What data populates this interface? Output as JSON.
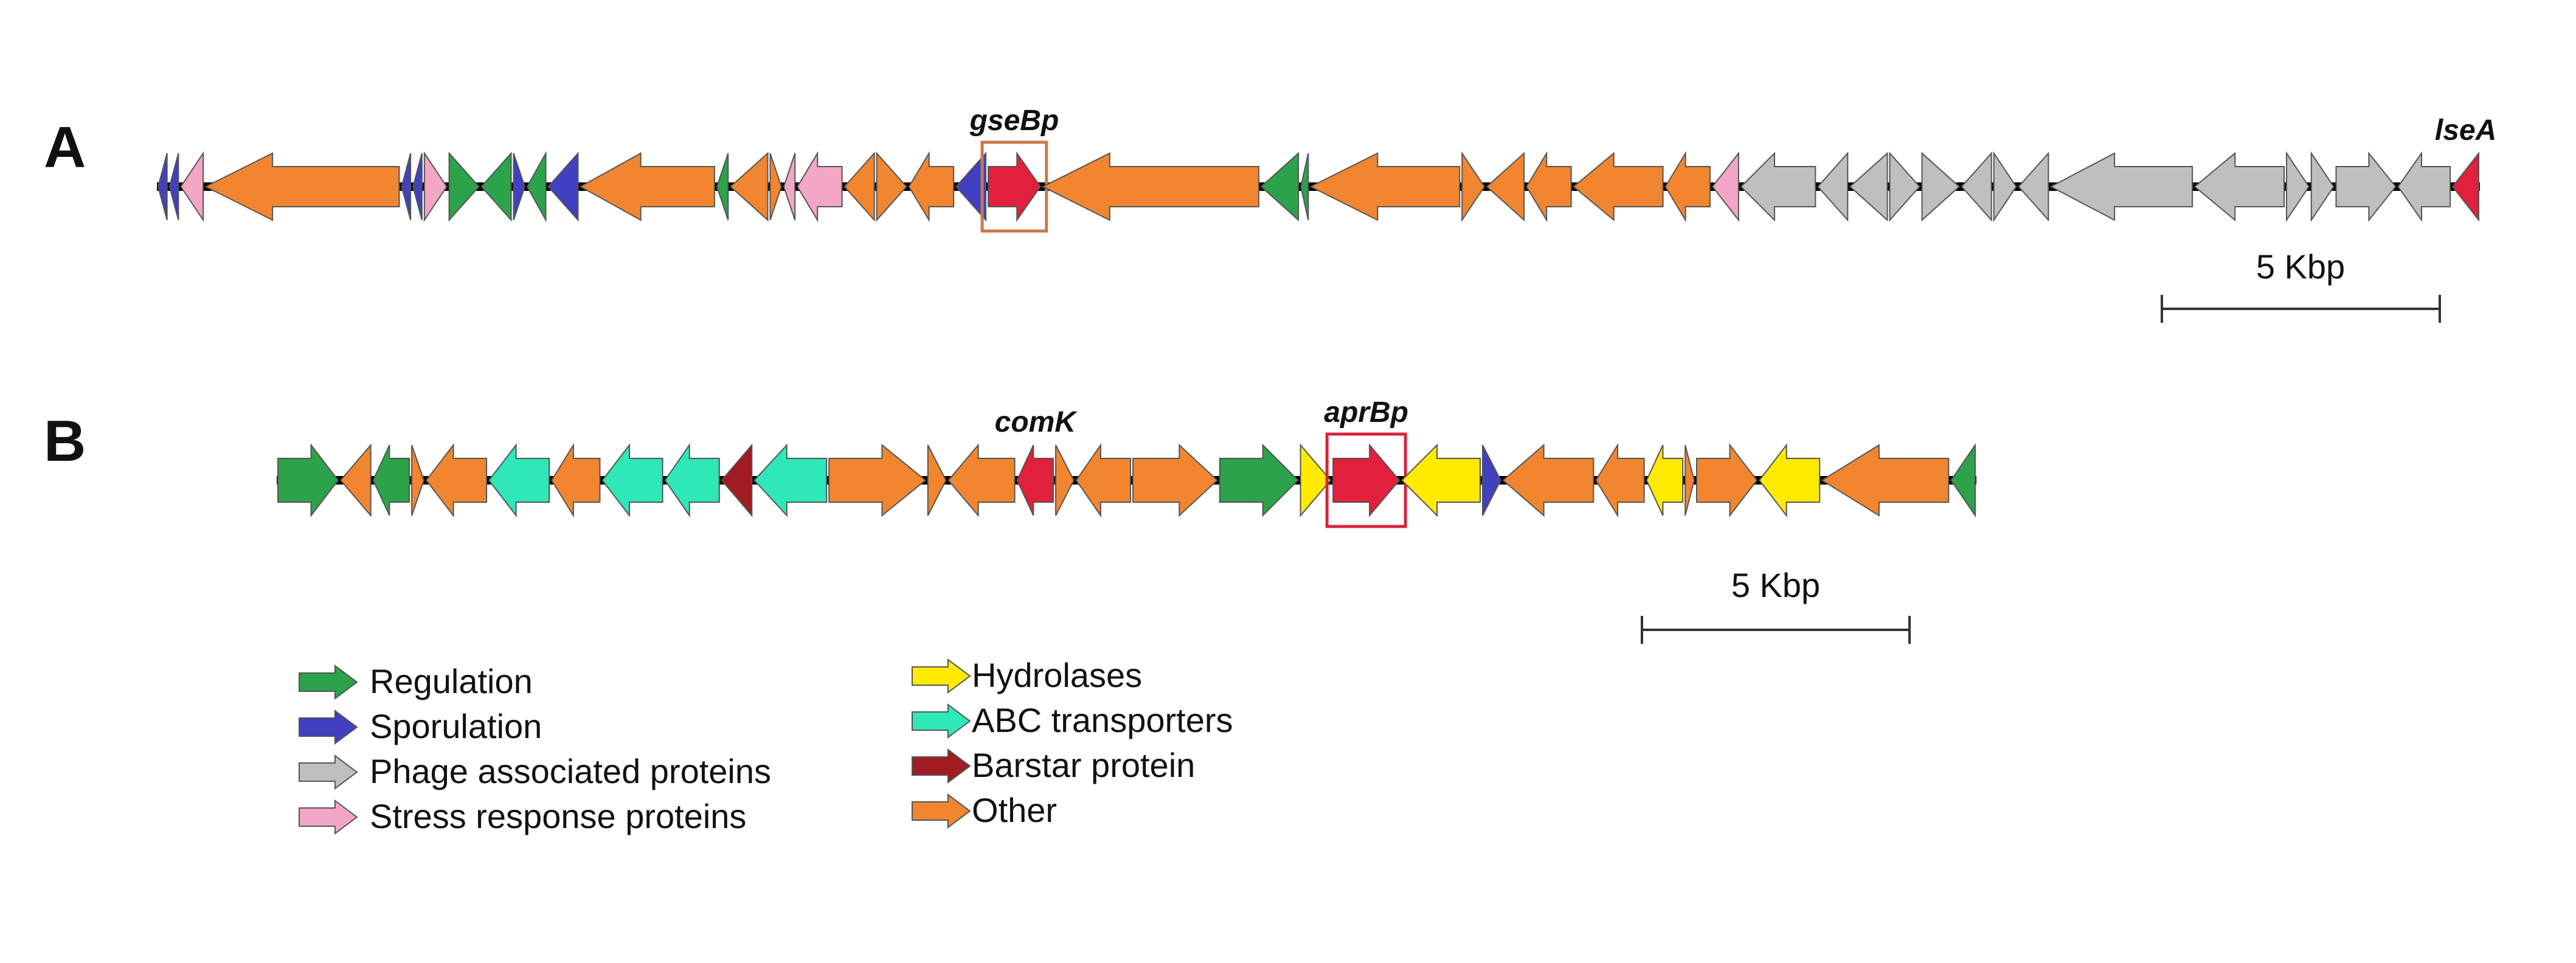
{
  "panels": [
    {
      "letter": "A",
      "gene_labels": [
        "gseBp",
        "lseA"
      ],
      "scale_label": "5 Kbp",
      "genes": [
        {
          "category": "sporulation",
          "dir": "left",
          "len": 0.12
        },
        {
          "category": "sporulation",
          "dir": "left",
          "len": 0.12
        },
        {
          "category": "stress",
          "dir": "left",
          "len": 0.3
        },
        {
          "category": "other",
          "dir": "left",
          "len": 2.6
        },
        {
          "category": "sporulation",
          "dir": "left",
          "len": 0.12
        },
        {
          "category": "sporulation",
          "dir": "left",
          "len": 0.12
        },
        {
          "category": "stress",
          "dir": "right",
          "len": 0.3
        },
        {
          "category": "regulation",
          "dir": "right",
          "len": 0.4
        },
        {
          "category": "regulation",
          "dir": "left",
          "len": 0.4
        },
        {
          "category": "sporulation",
          "dir": "right",
          "len": 0.15
        },
        {
          "category": "regulation",
          "dir": "left",
          "len": 0.25
        },
        {
          "category": "sporulation",
          "dir": "left",
          "len": 0.4
        },
        {
          "category": "other",
          "dir": "left",
          "len": 1.8
        },
        {
          "category": "regulation",
          "dir": "left",
          "len": 0.15
        },
        {
          "category": "other",
          "dir": "left",
          "len": 0.5
        },
        {
          "category": "other",
          "dir": "right",
          "len": 0.15
        },
        {
          "category": "stress",
          "dir": "left",
          "len": 0.15
        },
        {
          "category": "stress",
          "dir": "left",
          "len": 0.6
        },
        {
          "category": "other",
          "dir": "left",
          "len": 0.4
        },
        {
          "category": "other",
          "dir": "right",
          "len": 0.4
        },
        {
          "category": "other",
          "dir": "left",
          "len": 0.6
        },
        {
          "category": "sporulation",
          "dir": "left",
          "len": 0.4
        },
        {
          "category": "target",
          "dir": "right",
          "len": 0.7,
          "label_index": 0,
          "box": true
        },
        {
          "category": "other",
          "dir": "left",
          "len": 2.9
        },
        {
          "category": "regulation",
          "dir": "left",
          "len": 0.5
        },
        {
          "category": "regulation",
          "dir": "left",
          "len": 0.1
        },
        {
          "category": "other",
          "dir": "left",
          "len": 2.0
        },
        {
          "category": "other",
          "dir": "right",
          "len": 0.3
        },
        {
          "category": "other",
          "dir": "left",
          "len": 0.5
        },
        {
          "category": "other",
          "dir": "left",
          "len": 0.6
        },
        {
          "category": "other",
          "dir": "left",
          "len": 1.2
        },
        {
          "category": "other",
          "dir": "left",
          "len": 0.6
        },
        {
          "category": "stress",
          "dir": "left",
          "len": 0.35
        },
        {
          "category": "phage",
          "dir": "left",
          "len": 1.0
        },
        {
          "category": "phage",
          "dir": "left",
          "len": 0.4
        },
        {
          "category": "phage",
          "dir": "left",
          "len": 0.5
        },
        {
          "category": "phage",
          "dir": "right",
          "len": 0.4
        },
        {
          "category": "phage",
          "dir": "right",
          "len": 0.5
        },
        {
          "category": "phage",
          "dir": "left",
          "len": 0.4
        },
        {
          "category": "phage",
          "dir": "right",
          "len": 0.3
        },
        {
          "category": "phage",
          "dir": "left",
          "len": 0.4
        },
        {
          "category": "phage",
          "dir": "left",
          "len": 1.9
        },
        {
          "category": "phage",
          "dir": "left",
          "len": 1.2
        },
        {
          "category": "phage",
          "dir": "right",
          "len": 0.3
        },
        {
          "category": "phage",
          "dir": "right",
          "len": 0.3
        },
        {
          "category": "phage",
          "dir": "right",
          "len": 0.8
        },
        {
          "category": "phage",
          "dir": "left",
          "len": 0.7
        },
        {
          "category": "target",
          "dir": "left",
          "len": 0.35,
          "label_index": 1
        }
      ]
    },
    {
      "letter": "B",
      "gene_labels": [
        "comK",
        "aprBp"
      ],
      "scale_label": "5 Kbp",
      "genes": [
        {
          "category": "regulation",
          "dir": "right",
          "len": 1.0
        },
        {
          "category": "other",
          "dir": "left",
          "len": 0.5
        },
        {
          "category": "regulation",
          "dir": "left",
          "len": 0.6
        },
        {
          "category": "other",
          "dir": "right",
          "len": 0.2
        },
        {
          "category": "other",
          "dir": "left",
          "len": 1.0
        },
        {
          "category": "abc",
          "dir": "left",
          "len": 1.0
        },
        {
          "category": "other",
          "dir": "left",
          "len": 0.8
        },
        {
          "category": "abc",
          "dir": "left",
          "len": 1.0
        },
        {
          "category": "abc",
          "dir": "left",
          "len": 0.9
        },
        {
          "category": "barstar",
          "dir": "left",
          "len": 0.5
        },
        {
          "category": "abc",
          "dir": "left",
          "len": 1.2
        },
        {
          "category": "other",
          "dir": "right",
          "len": 1.6
        },
        {
          "category": "other",
          "dir": "right",
          "len": 0.3
        },
        {
          "category": "other",
          "dir": "left",
          "len": 1.1
        },
        {
          "category": "target",
          "dir": "left",
          "len": 0.6,
          "label_index": 0
        },
        {
          "category": "other",
          "dir": "right",
          "len": 0.3
        },
        {
          "category": "other",
          "dir": "left",
          "len": 0.9
        },
        {
          "category": "other",
          "dir": "right",
          "len": 1.4
        },
        {
          "category": "regulation",
          "dir": "right",
          "len": 1.3
        },
        {
          "category": "hydrolase",
          "dir": "right",
          "len": 0.5
        },
        {
          "category": "target",
          "dir": "right",
          "len": 1.1,
          "label_index": 1,
          "box": true
        },
        {
          "category": "hydrolase",
          "dir": "left",
          "len": 1.3
        },
        {
          "category": "sporulation",
          "dir": "right",
          "len": 0.3
        },
        {
          "category": "other",
          "dir": "left",
          "len": 1.5
        },
        {
          "category": "other",
          "dir": "left",
          "len": 0.8
        },
        {
          "category": "hydrolase",
          "dir": "left",
          "len": 0.6
        },
        {
          "category": "other",
          "dir": "right",
          "len": 0.15
        },
        {
          "category": "other",
          "dir": "right",
          "len": 1.0
        },
        {
          "category": "hydrolase",
          "dir": "left",
          "len": 1.0
        },
        {
          "category": "other",
          "dir": "left",
          "len": 2.1
        },
        {
          "category": "regulation",
          "dir": "left",
          "len": 0.4
        }
      ]
    }
  ],
  "legend": [
    {
      "category": "regulation",
      "label": "Regulation"
    },
    {
      "category": "sporulation",
      "label": "Sporulation"
    },
    {
      "category": "phage",
      "label": "Phage associated proteins"
    },
    {
      "category": "stress",
      "label": "Stress response proteins"
    },
    {
      "category": "hydrolase",
      "label": "Hydrolases"
    },
    {
      "category": "abc",
      "label": "ABC transporters"
    },
    {
      "category": "barstar",
      "label": "Barstar protein"
    },
    {
      "category": "other",
      "label": "Other"
    }
  ],
  "colors": {
    "regulation": "#2ca24a",
    "sporulation": "#4040c0",
    "phage": "#bfbfbf",
    "stress": "#f4a6c6",
    "hydrolase": "#ffea00",
    "abc": "#2ee8b8",
    "barstar": "#a01c22",
    "other": "#f28630",
    "target": "#e0203c",
    "box_a": "#c87a4a",
    "box_b": "#d8243c",
    "backbone": "#000000",
    "stroke": "#555555"
  }
}
